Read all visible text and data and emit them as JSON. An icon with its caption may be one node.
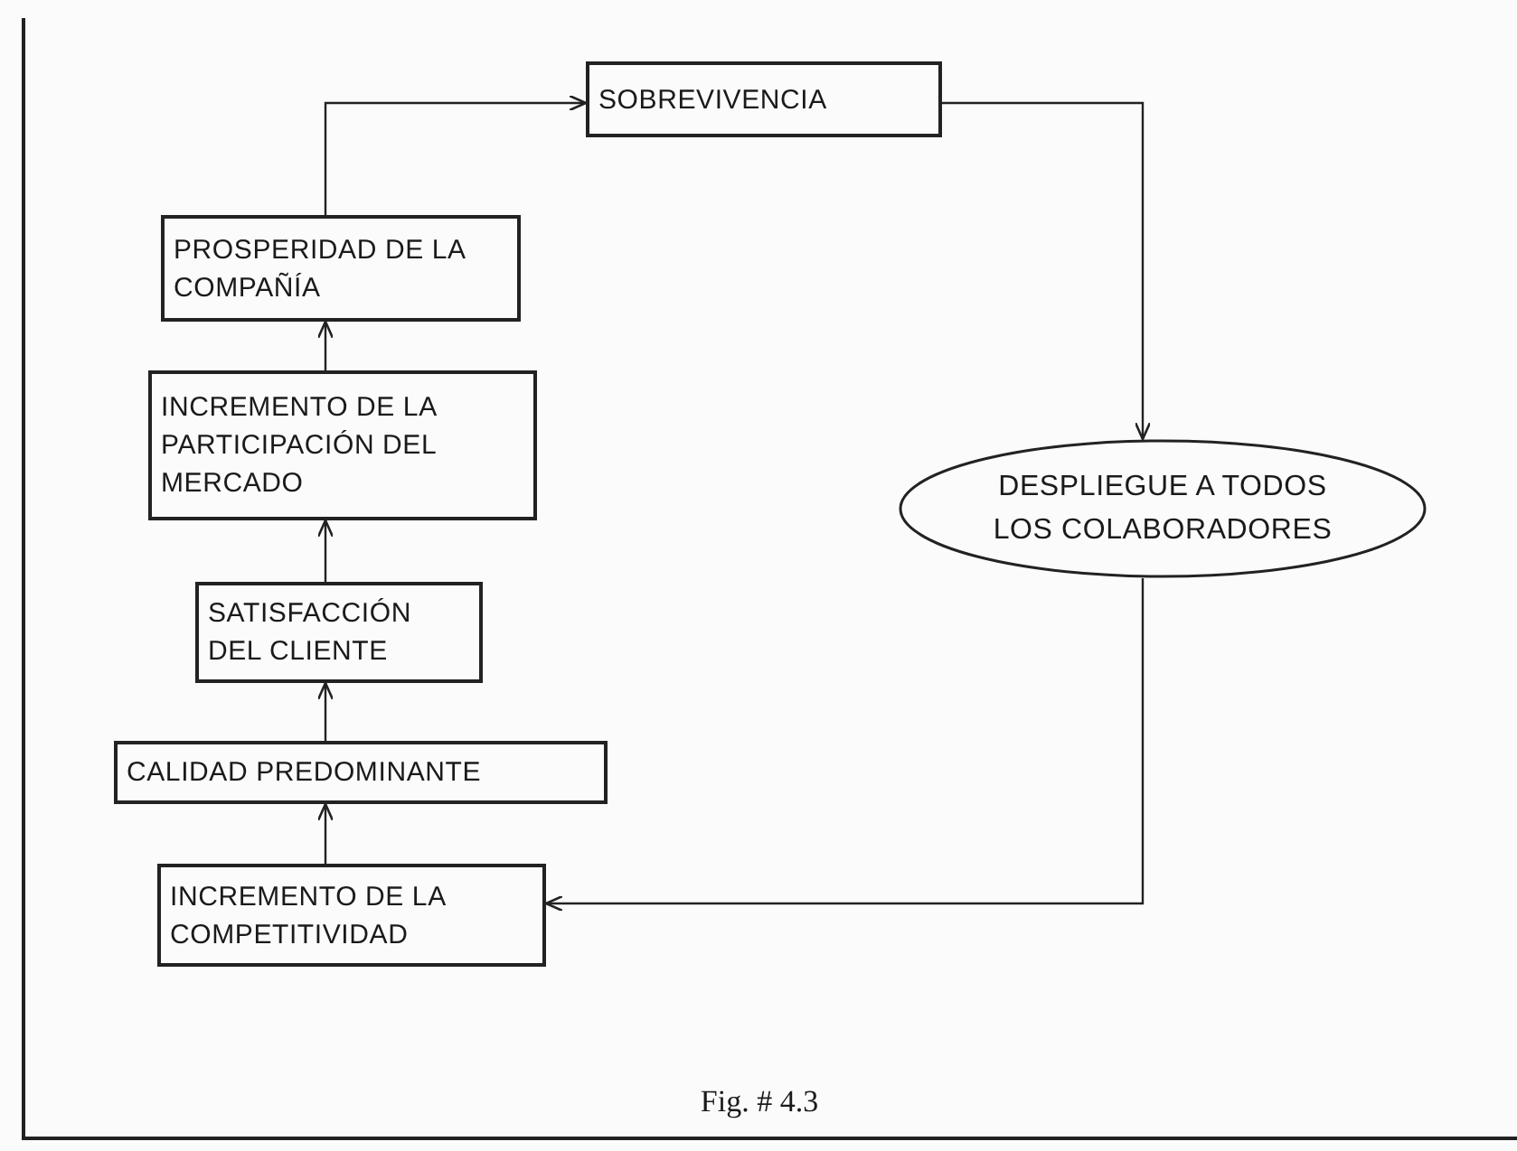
{
  "diagram": {
    "caption": "Fig. # 4.3",
    "nodes": [
      {
        "text": [
          "SOBREVIVENCIA"
        ]
      },
      {
        "text": [
          "PROSPERIDAD DE LA COMPAÑÍA"
        ]
      },
      {
        "text": [
          "INCREMENTO DE LA PARTICIPACIÓN DEL MERCADO"
        ]
      },
      {
        "text": [
          "DESPLIEGUE A TODOS LOS COLABORADORES"
        ]
      },
      {
        "text": [
          "SATISFACCIÓN DEL CLIENTE"
        ]
      },
      {
        "text": [
          "CALIDAD PREDOMINANTE"
        ]
      },
      {
        "text": [
          "INCREMENTO DE LA COMPETITIVIDAD"
        ]
      }
    ],
    "edges": [
      {
        "from": 1,
        "to": 0,
        "arrow": "to"
      },
      {
        "from": 0,
        "to": 3,
        "arrow": "to"
      },
      {
        "from": 3,
        "to": 6,
        "arrow": "to"
      },
      {
        "from": 6,
        "to": 5,
        "arrow": "to"
      },
      {
        "from": 5,
        "to": 4,
        "arrow": "to"
      },
      {
        "from": 4,
        "to": 2,
        "arrow": "to"
      },
      {
        "from": 2,
        "to": 1,
        "arrow": "to"
      }
    ]
  }
}
